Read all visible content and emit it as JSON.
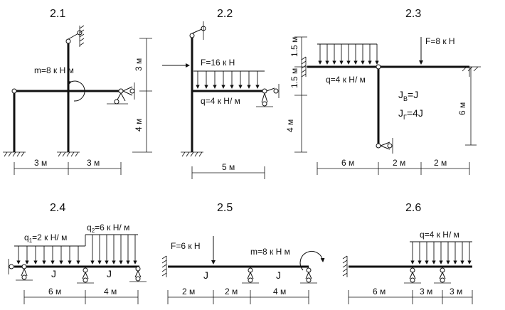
{
  "problems": [
    {
      "id": "2.1",
      "labels": {
        "moment": "m=8 к Н   м",
        "h_top": "3 м",
        "h_bot": "4 м",
        "w_left": "3 м",
        "w_right": "3 м"
      }
    },
    {
      "id": "2.2",
      "labels": {
        "force": "F=16 к Н",
        "load": "q=4 к Н/ м",
        "span": "5 м"
      }
    },
    {
      "id": "2.3",
      "labels": {
        "force": "F=8 к Н",
        "load": "q=4 к Н/ м",
        "h1": "1.5 м",
        "h2": "1.5 м",
        "h3": "4 м",
        "h_right": "6 м",
        "w1": "6 м",
        "w2": "2 м",
        "w3": "2 м",
        "jb": "J",
        "jb_sub": "В",
        "jb_val": "=J",
        "jg": "J",
        "jg_sub": "Г",
        "jg_val": "=4J"
      }
    },
    {
      "id": "2.4",
      "labels": {
        "q1": "q",
        "q1_sub": "1",
        "q1_val": "=2 к Н/ м",
        "q2": "q",
        "q2_sub": "2",
        "q2_val": "=6 к Н/ м",
        "j1": "J",
        "j2": "J",
        "w1": "6 м",
        "w2": "4 м"
      }
    },
    {
      "id": "2.5",
      "labels": {
        "force": "F=6 к Н",
        "moment": "m=8 к Н   м",
        "j1": "J",
        "j2": "J",
        "w1": "2 м",
        "w2": "2 м",
        "w3": "4 м"
      }
    },
    {
      "id": "2.6",
      "labels": {
        "load": "q=4 к Н/ м",
        "w1": "6 м",
        "w2": "3 м",
        "w3": "3 м"
      }
    }
  ]
}
